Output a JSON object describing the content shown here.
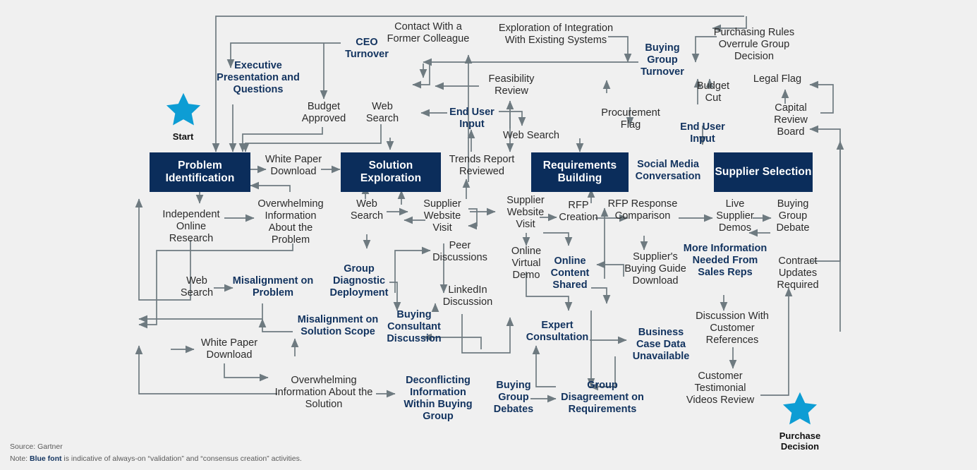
{
  "meta": {
    "background": "#F0F0F0",
    "stage_box_color": "#0B2D5B",
    "blue_font_color": "#12335F",
    "star_color": "#0D9DD4",
    "arrow_color": "#6E7A80"
  },
  "stars": {
    "start": {
      "label": "Start",
      "color": "#0D9DD4"
    },
    "end": {
      "label": "Purchase Decision",
      "color": "#0D9DD4"
    }
  },
  "stages": [
    {
      "id": "problem-identification",
      "label": "Problem Identification"
    },
    {
      "id": "solution-exploration",
      "label": "Solution Exploration"
    },
    {
      "id": "requirements-building",
      "label": "Requirements Building"
    },
    {
      "id": "supplier-selection",
      "label": "Supplier Selection"
    }
  ],
  "nodes": [
    {
      "id": "ceo-turnover",
      "label": "CEO Turnover",
      "style": "blue"
    },
    {
      "id": "executive-presentation",
      "label": "Executive Presentation and Questions",
      "style": "blue"
    },
    {
      "id": "contact-former-colleague",
      "label": "Contact With a Former Colleague",
      "style": "plain"
    },
    {
      "id": "exploration-integration",
      "label": "Exploration of Integration With Existing Systems",
      "style": "plain"
    },
    {
      "id": "buying-group-turnover",
      "label": "Buying Group Turnover",
      "style": "blue"
    },
    {
      "id": "purchasing-rules-overrule",
      "label": "Purchasing Rules Overrule Group Decision",
      "style": "plain"
    },
    {
      "id": "budget-approved",
      "label": "Budget Approved",
      "style": "plain"
    },
    {
      "id": "web-search-top",
      "label": "Web Search",
      "style": "plain"
    },
    {
      "id": "feasibility-review",
      "label": "Feasibility Review",
      "style": "plain"
    },
    {
      "id": "budget-cut",
      "label": "Budget Cut",
      "style": "plain"
    },
    {
      "id": "legal-flag",
      "label": "Legal Flag",
      "style": "plain"
    },
    {
      "id": "end-user-input-left",
      "label": "End User Input",
      "style": "blue"
    },
    {
      "id": "web-search-feasibility",
      "label": "Web Search",
      "style": "plain"
    },
    {
      "id": "procurement-flag",
      "label": "Procurement Flag",
      "style": "blue-plain"
    },
    {
      "id": "end-user-input-right",
      "label": "End User Input",
      "style": "blue"
    },
    {
      "id": "capital-review-board",
      "label": "Capital Review Board",
      "style": "plain"
    },
    {
      "id": "white-paper-download-top",
      "label": "White Paper Download",
      "style": "plain"
    },
    {
      "id": "trends-report-reviewed",
      "label": "Trends Report Reviewed",
      "style": "plain"
    },
    {
      "id": "social-media-conversation",
      "label": "Social Media Conversation",
      "style": "blue"
    },
    {
      "id": "independent-online-research",
      "label": "Independent Online Research",
      "style": "plain"
    },
    {
      "id": "overwhelming-info-problem",
      "label": "Overwhelming Information About the Problem",
      "style": "plain"
    },
    {
      "id": "web-search-solution",
      "label": "Web Search",
      "style": "plain"
    },
    {
      "id": "supplier-website-visit-1",
      "label": "Supplier Website Visit",
      "style": "plain"
    },
    {
      "id": "supplier-website-visit-2",
      "label": "Supplier Website Visit",
      "style": "plain"
    },
    {
      "id": "rfp-creation",
      "label": "RFP Creation",
      "style": "plain"
    },
    {
      "id": "rfp-response-comparison",
      "label": "RFP Response Comparison",
      "style": "plain"
    },
    {
      "id": "live-supplier-demos",
      "label": "Live Supplier Demos",
      "style": "plain"
    },
    {
      "id": "buying-group-debate",
      "label": "Buying Group Debate",
      "style": "plain"
    },
    {
      "id": "peer-discussions",
      "label": "Peer Discussions",
      "style": "plain"
    },
    {
      "id": "online-virtual-demo",
      "label": "Online Virtual Demo",
      "style": "plain"
    },
    {
      "id": "online-content-shared",
      "label": "Online Content Shared",
      "style": "blue"
    },
    {
      "id": "suppliers-buying-guide",
      "label": "Supplier's Buying Guide Download",
      "style": "plain"
    },
    {
      "id": "more-information-needed",
      "label": "More Information Needed From Sales Reps",
      "style": "blue"
    },
    {
      "id": "contract-updates-required",
      "label": "Contract Updates Required",
      "style": "plain"
    },
    {
      "id": "web-search-misalignment",
      "label": "Web Search",
      "style": "plain"
    },
    {
      "id": "misalignment-on-problem",
      "label": "Misalignment on Problem",
      "style": "blue"
    },
    {
      "id": "group-diagnostic-deployment",
      "label": "Group Diagnostic Deployment",
      "style": "blue"
    },
    {
      "id": "linkedin-discussion",
      "label": "LinkedIn Discussion",
      "style": "plain"
    },
    {
      "id": "misalignment-solution-scope",
      "label": "Misalignment on Solution Scope",
      "style": "blue"
    },
    {
      "id": "buying-consultant-discussion",
      "label": "Buying Consultant Discussion",
      "style": "blue"
    },
    {
      "id": "expert-consultation",
      "label": "Expert Consultation",
      "style": "blue"
    },
    {
      "id": "business-case-data-unavailable",
      "label": "Business Case Data Unavailable",
      "style": "blue"
    },
    {
      "id": "discussion-customer-references",
      "label": "Discussion With Customer References",
      "style": "plain"
    },
    {
      "id": "white-paper-download-bottom",
      "label": "White Paper Download",
      "style": "plain"
    },
    {
      "id": "overwhelming-info-solution",
      "label": "Overwhelming Information About the Solution",
      "style": "plain"
    },
    {
      "id": "deconflicting-information",
      "label": "Deconflicting Information Within Buying Group",
      "style": "blue"
    },
    {
      "id": "buying-group-debates",
      "label": "Buying Group Debates",
      "style": "blue"
    },
    {
      "id": "group-disagreement-requirements",
      "label": "Group Disagreement on Requirements",
      "style": "blue"
    },
    {
      "id": "customer-testimonial-videos",
      "label": "Customer Testimonial Videos Review",
      "style": "plain"
    }
  ],
  "footer": {
    "source": "Source: Gartner",
    "note_prefix": "Note: ",
    "note_bold": "Blue font",
    "note_suffix": " is indicative of always-on “validation” and “consensus creation” activities."
  }
}
